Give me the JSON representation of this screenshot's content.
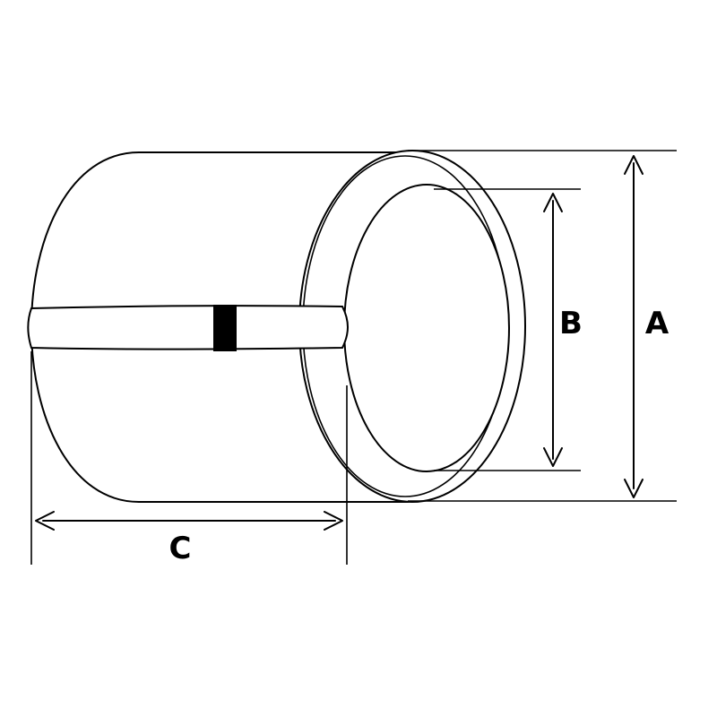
{
  "diagram": {
    "labels": {
      "a": "A",
      "b": "B",
      "c": "C"
    },
    "colors": {
      "stroke": "#000000",
      "background": "#ffffff",
      "band_marker": "#000000"
    }
  }
}
